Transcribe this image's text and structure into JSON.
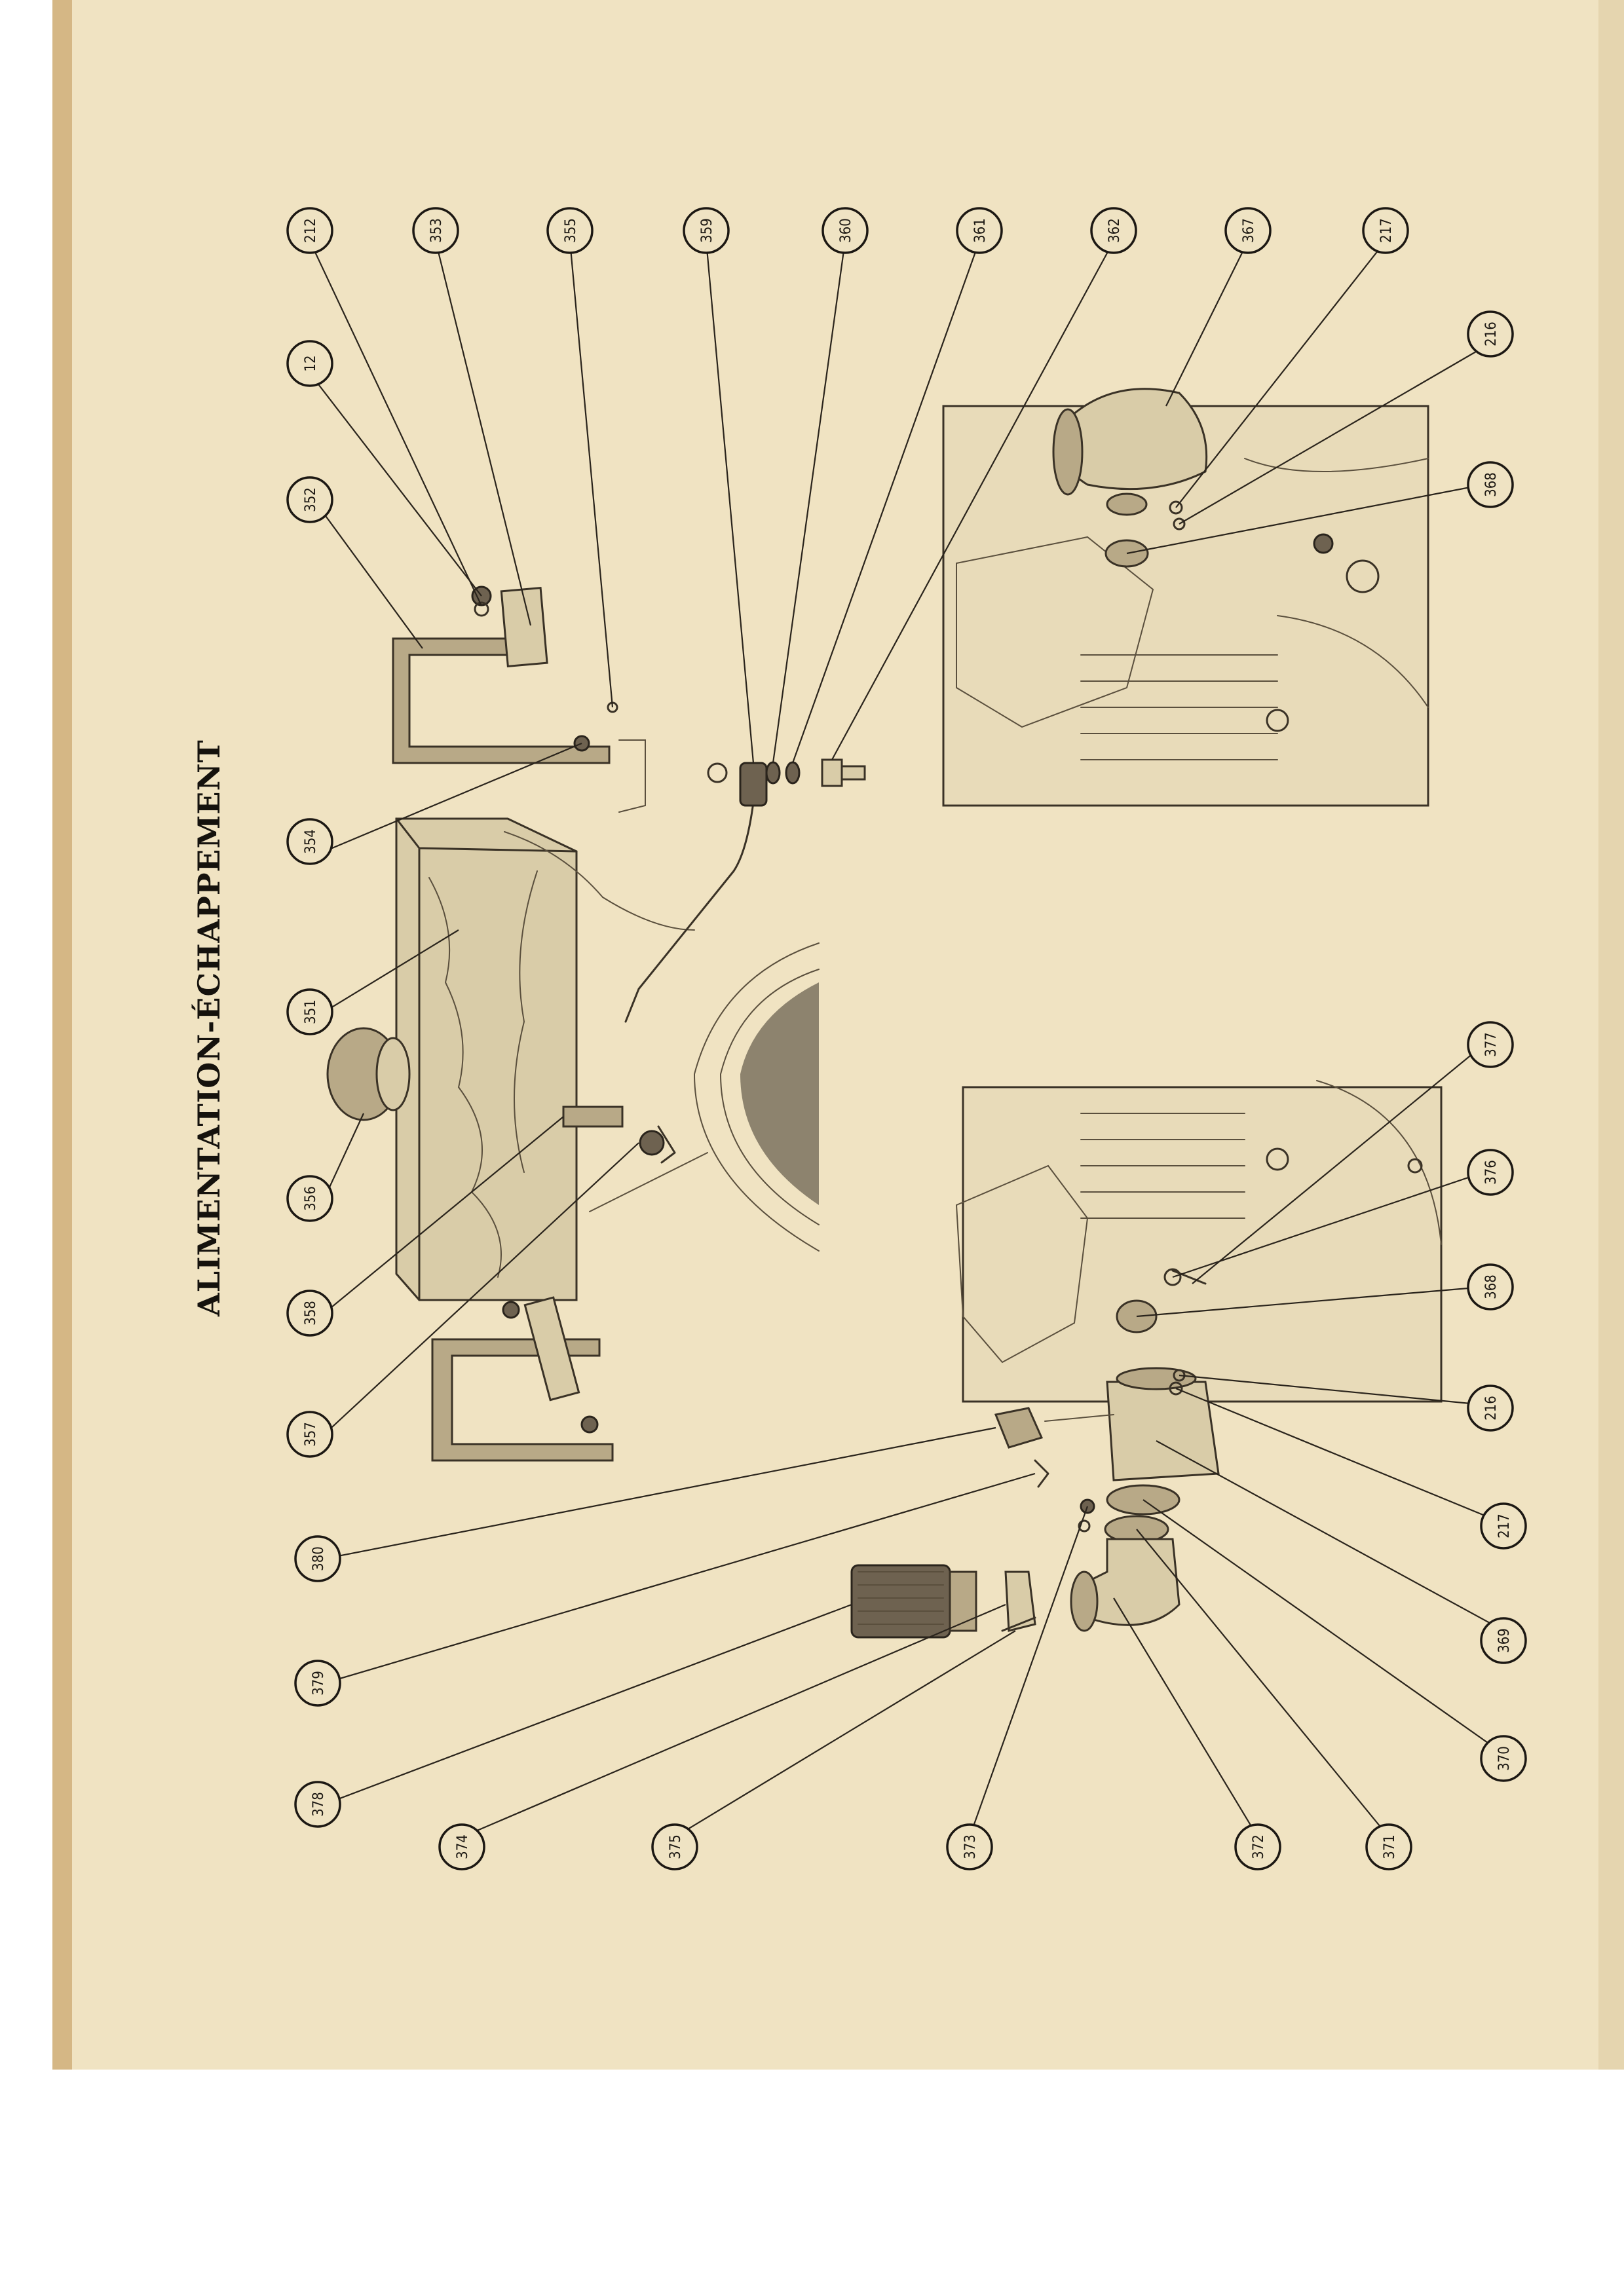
{
  "page": {
    "title": "ALIMENTATION-ÉCHAPPEMENT"
  },
  "callouts": [
    "212",
    "12",
    "352",
    "353",
    "355",
    "354",
    "351",
    "356",
    "358",
    "357",
    "359",
    "360",
    "361",
    "362",
    "367",
    "217",
    "216",
    "368",
    "380",
    "379",
    "378",
    "374",
    "375",
    "373",
    "372",
    "371",
    "370",
    "369",
    "217",
    "216",
    "368",
    "376",
    "377"
  ],
  "colors": {
    "paper": "#f0e3c2",
    "ink": "#1c1813"
  }
}
